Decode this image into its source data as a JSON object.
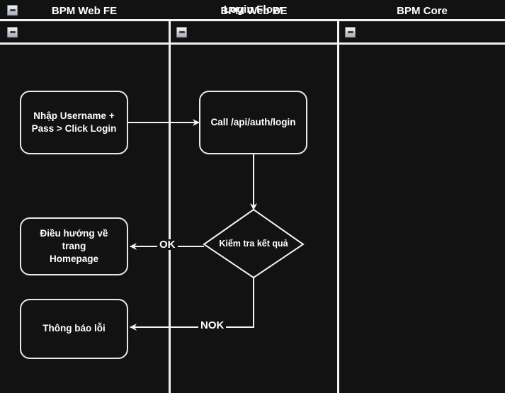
{
  "pool": {
    "title": "Login Flow",
    "collapse_icon": "minus-icon"
  },
  "lanes": [
    {
      "id": "fe",
      "label": "BPM Web FE",
      "collapse_icon": "minus-icon"
    },
    {
      "id": "be",
      "label": "BPM Web BE",
      "collapse_icon": "minus-icon"
    },
    {
      "id": "core",
      "label": "BPM Core",
      "collapse_icon": "minus-icon"
    }
  ],
  "nodes": {
    "input_credentials": {
      "type": "task",
      "label": "Nhập Username +\nPass > Click Login",
      "lane": "fe"
    },
    "call_api": {
      "type": "task",
      "label": "Call /api/auth/login",
      "lane": "be"
    },
    "check_result": {
      "type": "gateway",
      "label": "Kiểm tra kết quả",
      "lane": "be"
    },
    "redirect_home": {
      "type": "task",
      "label": "Điều hướng về trang\nHomepage",
      "lane": "fe"
    },
    "show_error": {
      "type": "task",
      "label": "Thông báo lỗi",
      "lane": "fe"
    }
  },
  "edges": [
    {
      "from": "input_credentials",
      "to": "call_api",
      "label": ""
    },
    {
      "from": "call_api",
      "to": "check_result",
      "label": ""
    },
    {
      "from": "check_result",
      "to": "redirect_home",
      "label": "OK"
    },
    {
      "from": "check_result",
      "to": "show_error",
      "label": "NOK"
    }
  ],
  "colors": {
    "background": "#121212",
    "stroke": "#f2f2f2",
    "text": "#ffffff",
    "icon_face": "#cfd3d8"
  }
}
